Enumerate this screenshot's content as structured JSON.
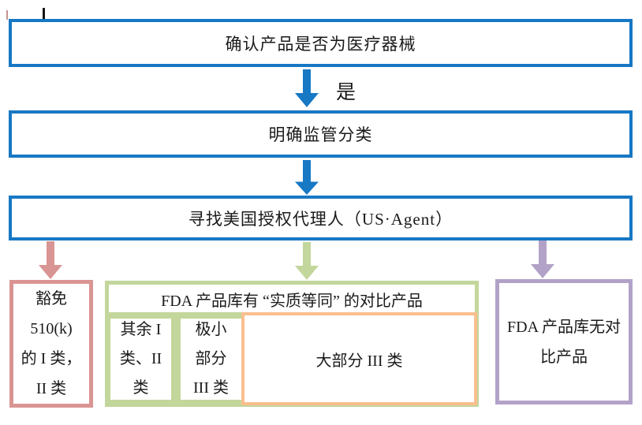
{
  "colors": {
    "blue": "#1778c4",
    "pink": "#d99594",
    "green": "#c3d69b",
    "orange": "#fabf8f",
    "purple": "#b2a2c7",
    "text": "#1a1a1a"
  },
  "flow": {
    "step1": "确认产品是否为医疗器械",
    "yes_label": "是",
    "step2": "明确监管分类",
    "step3": "寻找美国授权代理人（US·Agent）"
  },
  "outcomes": {
    "exempt": {
      "lines": [
        "豁免",
        "510(k)",
        "的 I 类，",
        "II 类"
      ]
    },
    "predicate": {
      "header": "FDA 产品库有 “实质等同” 的对比产品",
      "cell_rest": {
        "lines": [
          "其余 I",
          "类、II",
          "类"
        ]
      },
      "cell_tiny": {
        "lines": [
          "极小",
          "部分",
          "III 类"
        ]
      },
      "cell_most": {
        "label": "大部分 III 类"
      }
    },
    "no_predicate": {
      "lines": [
        "FDA 产品库无对",
        "比产品"
      ]
    }
  }
}
